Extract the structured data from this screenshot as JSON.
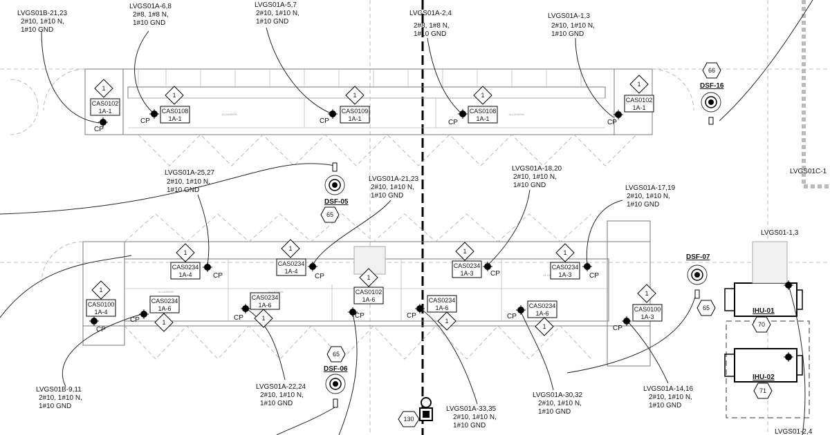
{
  "labels": {
    "c1": [
      "LVGS01B-21,23",
      "2#10, 1#10 N,",
      "1#10 GND"
    ],
    "c2": [
      "LVGS01A-6,8",
      "2#8, 1#8 N,",
      "1#10 GND"
    ],
    "c3": [
      "LVGS01A-5,7",
      "2#10, 1#10 N,",
      "1#10 GND"
    ],
    "c4": [
      "LVGS01A-2,4",
      "2#8, 1#8 N,",
      "1#10 GND"
    ],
    "c5": [
      "LVGS01A-1,3",
      "2#10, 1#10 N,",
      "1#10 GND"
    ],
    "c6": [
      "LVGS01A-25,27",
      "2#10, 1#10 N,",
      "1#10 GND"
    ],
    "c7": [
      "LVGS01A-21,23",
      "2#10, 1#10 N,",
      "1#10 GND"
    ],
    "c8": [
      "LVGS01A-18,20",
      "2#10, 1#10 N,",
      "1#10 GND"
    ],
    "c9": [
      "LVGS01A-17,19",
      "2#10, 1#10 N,",
      "1#10 GND"
    ],
    "c10": [
      "LVGS01B-9,11",
      "2#10, 1#10 N,",
      "1#10 GND"
    ],
    "c11": [
      "LVGS01A-22,24",
      "2#10, 1#10 N,",
      "1#10 GND"
    ],
    "c12": [
      "LVGS01A-33,35",
      "2#10, 1#10 N,",
      "1#10 GND"
    ],
    "c13": [
      "LVGS01A-30,32",
      "2#10, 1#10 N,",
      "1#10 GND"
    ],
    "c14": [
      "LVGS01A-14,16",
      "2#10, 1#10 N,",
      "1#10 GND"
    ],
    "c15": [
      "LVGS01C-1"
    ],
    "c16": [
      "LVGS01-1,3"
    ],
    "c17": [
      "LVGS01-2,4"
    ]
  },
  "tags": [
    [
      "CAS0102",
      "1A-1"
    ],
    [
      "CAS0108",
      "1A-1"
    ],
    [
      "CAS0109",
      "1A-1"
    ],
    [
      "CAS0108",
      "1A-1"
    ],
    [
      "CAS0102",
      "1A-1"
    ],
    [
      "CAS0234",
      "1A-4"
    ],
    [
      "CAS0234",
      "1A-4"
    ],
    [
      "CAS0234",
      "1A-3"
    ],
    [
      "CAS0234",
      "1A-3"
    ],
    [
      "CAS0100",
      "1A-4"
    ],
    [
      "CAS0234",
      "1A-6"
    ],
    [
      "CAS0234",
      "1A-6"
    ],
    [
      "CAS0102",
      "1A-6"
    ],
    [
      "CAS0234",
      "1A-6"
    ],
    [
      "CAS0234",
      "1A-6"
    ],
    [
      "CAS0100",
      "1A-3"
    ]
  ],
  "cp": "CP",
  "diamond": "1",
  "dsf": [
    "DSF-16",
    "DSF-05",
    "DSF-07",
    "DSF-06"
  ],
  "hex": [
    "66",
    "65",
    "65",
    "65",
    "70",
    "71",
    "130"
  ],
  "ihu": [
    "IHU-01",
    "IHU-02"
  ],
  "faint": "14-CAS0000"
}
